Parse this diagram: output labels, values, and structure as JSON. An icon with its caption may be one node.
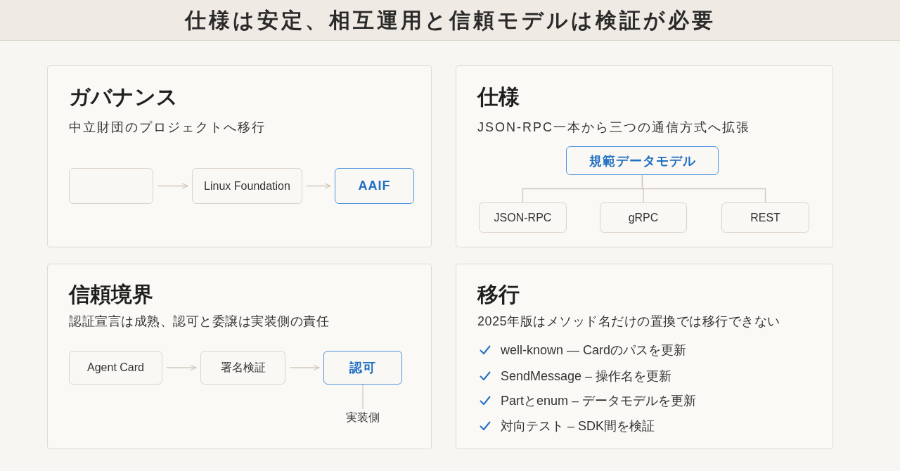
{
  "diagram": {
    "title": "仕様は安定、相互運用と信頼モデルは検証が必要",
    "nodes": [
      {
        "text": [
          "ガバナンス",
          "中立財団のプロジェクトへ移行"
        ]
      },
      {
        "text": [],
        "shape": "box",
        "in": 0
      },
      {
        "text": [
          "Linux Foundation"
        ],
        "in": 0
      },
      {
        "text": [
          "AAIF"
        ],
        "in": 0
      },
      {
        "text": [
          "仕様",
          "JSON-RPC一本から三つの通信方式へ拡張"
        ]
      },
      {
        "text": [
          "規範データモデル"
        ],
        "in": 4
      },
      {
        "text": [
          "JSON-RPC"
        ],
        "in": 4
      },
      {
        "text": [
          "gRPC"
        ],
        "in": 4
      },
      {
        "text": [
          "REST"
        ],
        "in": 4
      },
      {
        "text": [
          "信頼境界",
          "認証宣言は成熟、認可と委譲は実装側の責任"
        ]
      },
      {
        "text": [
          "Agent Card"
        ],
        "in": 9
      },
      {
        "text": [
          "署名検証"
        ],
        "in": 9
      },
      {
        "text": [
          "認可"
        ],
        "in": 9
      },
      {
        "text": [
          "実装側"
        ],
        "in": 9
      },
      {
        "text": [
          "移行",
          "2025年版はメソッド名だけの置換では移行できない",
          "well-known — Cardのパスを更新",
          "SendMessage – 操作名を更新",
          "Partとenum – データモデルを更新",
          "対向テスト – SDK間を検証"
        ]
      }
    ],
    "edges": [
      {
        "from": 1,
        "to": 2,
        "arrow": "to"
      },
      {
        "from": 2,
        "to": 3,
        "arrow": "to"
      },
      {
        "from": 5,
        "to": 6,
        "arrow": "none"
      },
      {
        "from": 5,
        "to": 7,
        "arrow": "none"
      },
      {
        "from": 5,
        "to": 8,
        "arrow": "none"
      },
      {
        "from": 10,
        "to": 11,
        "arrow": "to"
      },
      {
        "from": 11,
        "to": 12,
        "arrow": "to"
      },
      {
        "from": 12,
        "to": 13,
        "arrow": "none"
      }
    ]
  }
}
